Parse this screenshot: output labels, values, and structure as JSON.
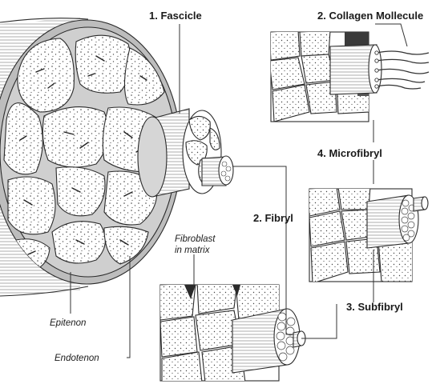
{
  "labels": {
    "fascicle": "1. Fascicle",
    "collagen_molecule": "2. Collagen Mollecule",
    "microfibryl": "4. Microfibryl",
    "fibryl": "2. Fibryl",
    "subfibryl": "3. Subfibryl",
    "fibroblast_line1": "Fibroblast",
    "fibroblast_line2": "in matrix",
    "epitenon": "Epitenon",
    "endotenon": "Endotenon"
  }
}
